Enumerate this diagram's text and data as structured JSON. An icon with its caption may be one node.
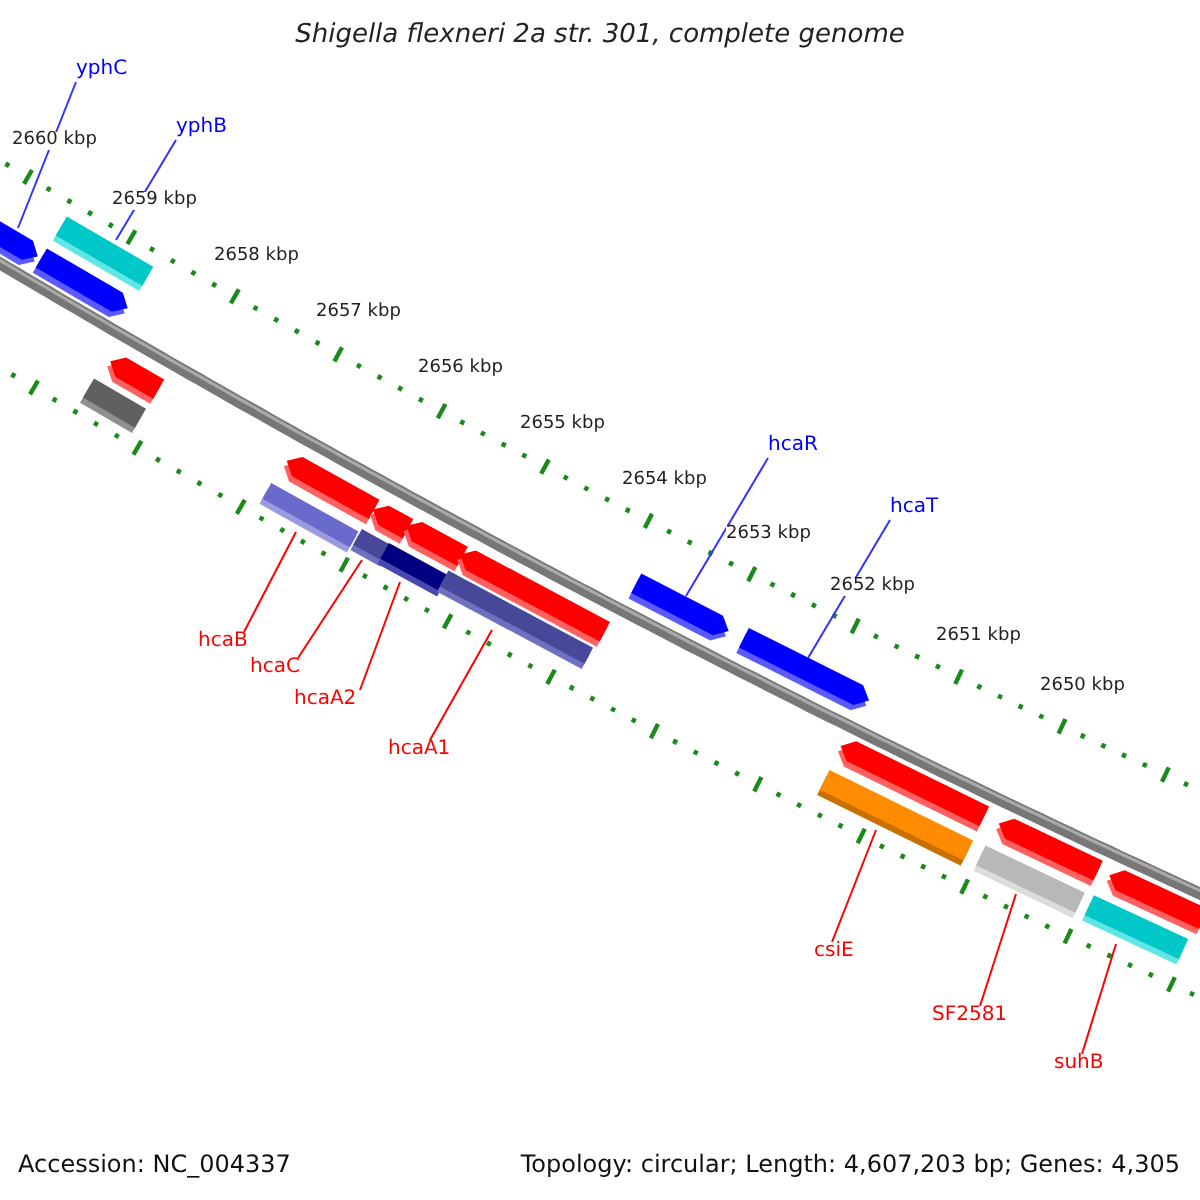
{
  "diagram": {
    "title": "Shigella flexneri 2a str. 301, complete genome",
    "nodes": [
      {
        "text": [
          "yphC"
        ]
      },
      {
        "text": [
          "yphB"
        ]
      },
      {
        "text": [
          "hcaR"
        ]
      },
      {
        "text": [
          "hcaT"
        ]
      },
      {
        "text": [
          "hcaB"
        ]
      },
      {
        "text": [
          "hcaC"
        ]
      },
      {
        "text": [
          "hcaA2"
        ]
      },
      {
        "text": [
          "hcaA1"
        ]
      },
      {
        "text": [
          "csiE"
        ]
      },
      {
        "text": [
          "SF2581"
        ]
      },
      {
        "text": [
          "suhB"
        ]
      },
      {
        "text": [],
        "shape": "bar"
      },
      {
        "text": [],
        "shape": "bar"
      },
      {
        "text": [],
        "shape": "bar"
      },
      {
        "text": [],
        "shape": "bar"
      },
      {
        "text": [],
        "shape": "bar"
      },
      {
        "text": [],
        "shape": "bar"
      },
      {
        "text": [],
        "shape": "bar"
      },
      {
        "text": [],
        "shape": "bar"
      },
      {
        "text": [],
        "shape": "bar"
      },
      {
        "text": [],
        "shape": "bar"
      },
      {
        "text": [],
        "shape": "bar"
      }
    ],
    "edges": [
      {
        "from": 0,
        "to": 11,
        "arrow": "none",
        "color": "#3333ff"
      },
      {
        "from": 1,
        "to": 12,
        "arrow": "none",
        "color": "#3333ff"
      },
      {
        "from": 2,
        "to": 17,
        "arrow": "none",
        "color": "#3333ff"
      },
      {
        "from": 3,
        "to": 18,
        "arrow": "none",
        "color": "#3333ff"
      },
      {
        "from": 4,
        "to": 13,
        "arrow": "none"
      },
      {
        "from": 5,
        "to": 14,
        "arrow": "none"
      },
      {
        "from": 6,
        "to": 15,
        "arrow": "none"
      },
      {
        "from": 7,
        "to": 16,
        "arrow": "none"
      },
      {
        "from": 8,
        "to": 19,
        "arrow": "none"
      },
      {
        "from": 9,
        "to": 20,
        "arrow": "none"
      },
      {
        "from": 10,
        "to": 21,
        "arrow": "none"
      }
    ],
    "labels": [
      "2660 kbp",
      "2659 kbp",
      "2658 kbp",
      "2657 kbp",
      "2656 kbp",
      "2655 kbp",
      "2654 kbp",
      "2653 kbp",
      "2652 kbp",
      "2651 kbp",
      "2650 kbp",
      "Accession: NC_004337",
      "Topology: circular; Length: 4,607,203 bp; Genes: 4,305"
    ]
  }
}
